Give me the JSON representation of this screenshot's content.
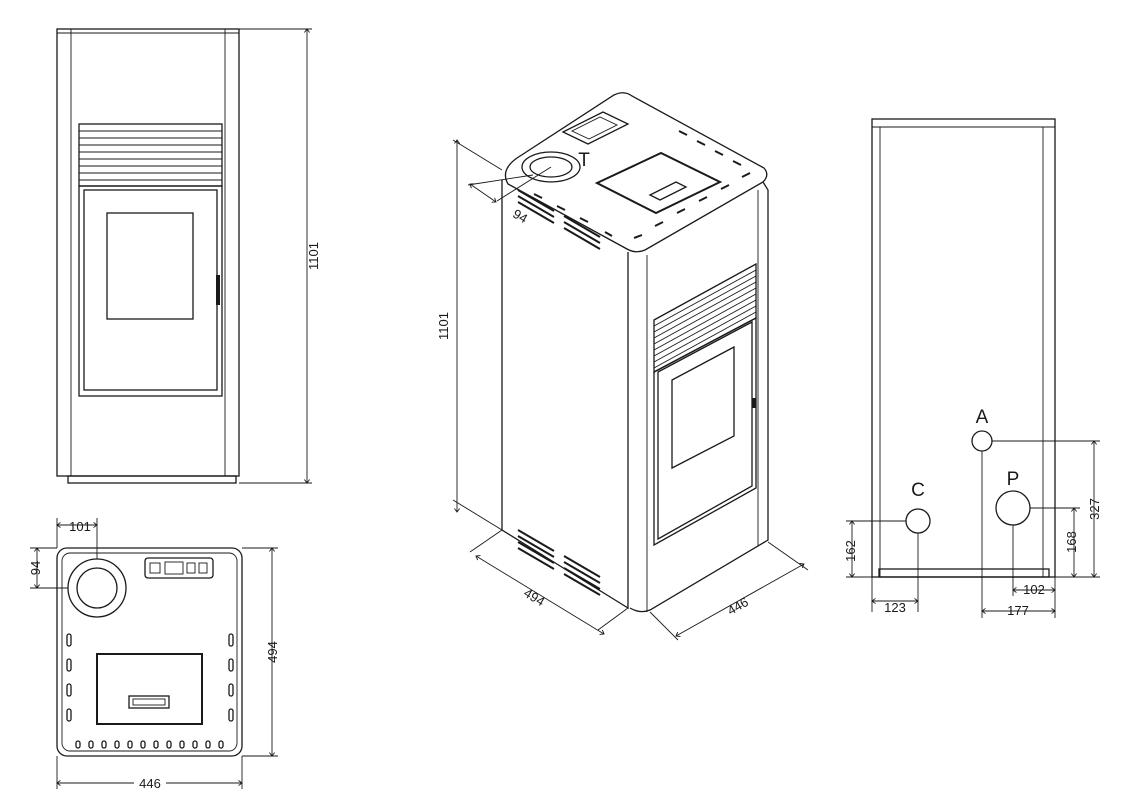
{
  "front_view": {
    "height_dim": "1101"
  },
  "top_view": {
    "width_dim": "446",
    "depth_dim": "494",
    "flue_offset_x": "101",
    "flue_offset_y": "94"
  },
  "iso_view": {
    "height_dim": "1101",
    "depth_dim": "494",
    "width_dim": "446",
    "flue_offset": "94",
    "flue_label": "T"
  },
  "side_view": {
    "label_a": "A",
    "label_c": "C",
    "label_p": "P",
    "dim_a_height": "327",
    "dim_p_height": "168",
    "dim_c_height": "162",
    "dim_c_offset": "123",
    "dim_p_offset": "102",
    "dim_a_offset": "177"
  }
}
